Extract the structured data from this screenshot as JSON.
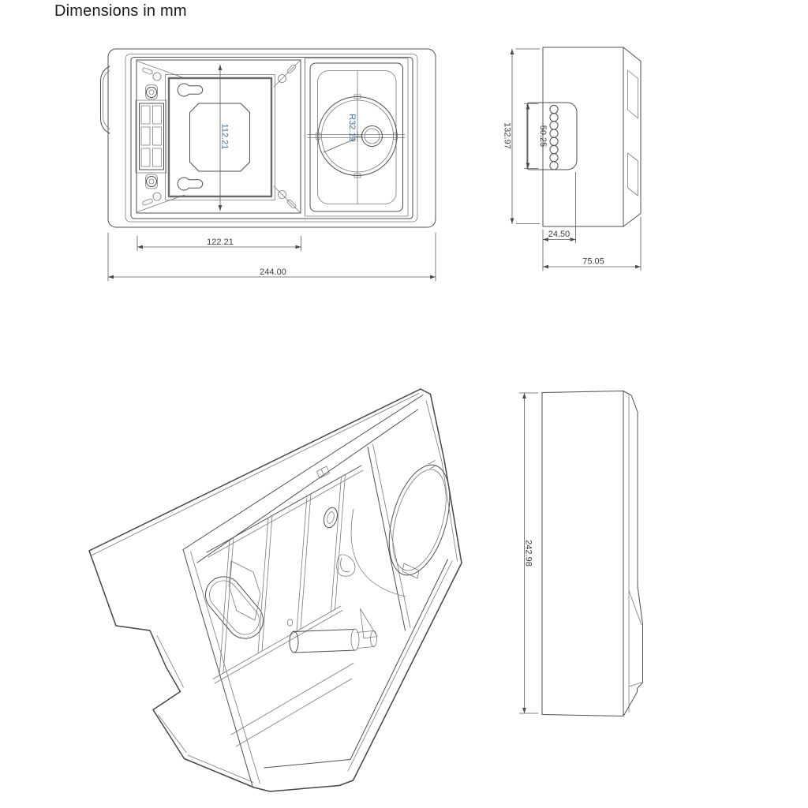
{
  "title": "Dimensions in mm",
  "colors": {
    "background": "#ffffff",
    "drawing_line": "#4f4f4f",
    "dim_line": "#5a5a5a",
    "dim_text": "#3d3d3d",
    "dim_text_accent": "#3f6fa6"
  },
  "views": {
    "top": {
      "dims": {
        "overall_width": "244.00",
        "left_section_width": "122.21",
        "inner_height": "112.21",
        "socket_radius": "R32.19"
      }
    },
    "side": {
      "dims": {
        "overall_height": "132.97",
        "tab_height": "50.25",
        "tab_depth": "24.50",
        "overall_depth": "75.05"
      }
    },
    "side_profile": {
      "dims": {
        "overall_height": "242.98"
      }
    }
  }
}
